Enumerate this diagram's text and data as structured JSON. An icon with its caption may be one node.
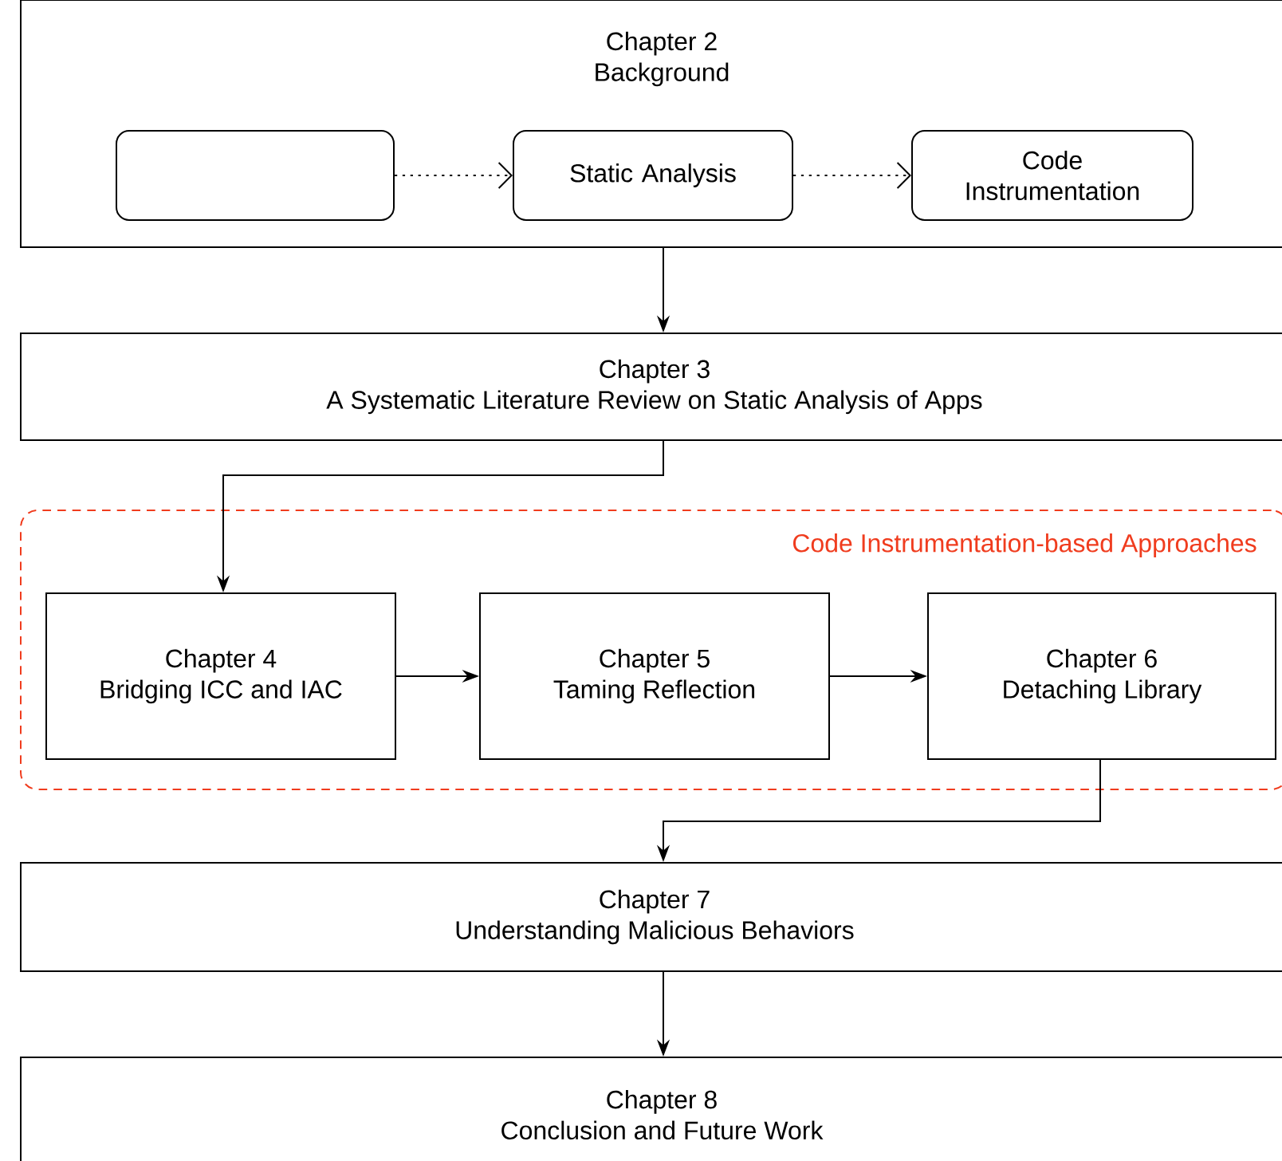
{
  "diagram": {
    "nodes": [
      {
        "text": [
          "Chapter 2",
          "Background"
        ]
      },
      {
        "text": [],
        "shape": "box",
        "in": 0
      },
      {
        "text": [
          "Static Analysis"
        ],
        "in": 0
      },
      {
        "text": [
          "Code Instrumentation"
        ],
        "in": 0
      },
      {
        "text": [
          "Chapter 3",
          "A Systematic Literature Review on Static Analysis of Apps"
        ]
      },
      {
        "text": [
          "Code Instrumentation-based Approaches"
        ]
      },
      {
        "text": [
          "Chapter 4",
          "Bridging ICC and IAC"
        ],
        "in": 5
      },
      {
        "text": [
          "Chapter 5",
          "Taming Reflection"
        ],
        "in": 5
      },
      {
        "text": [
          "Chapter 6",
          "Detaching Library"
        ],
        "in": 5
      },
      {
        "text": [
          "Chapter 7",
          "Understanding Malicious Behaviors"
        ]
      },
      {
        "text": [
          "Chapter 8",
          "Conclusion and Future Work"
        ]
      }
    ],
    "edges": [
      {
        "from": 1,
        "to": 2,
        "arrow": "to",
        "style": "dashed"
      },
      {
        "from": 2,
        "to": 3,
        "arrow": "to",
        "style": "dashed"
      },
      {
        "from": 0,
        "to": 4,
        "arrow": "to"
      },
      {
        "from": 4,
        "to": 6,
        "arrow": "to"
      },
      {
        "from": 6,
        "to": 7,
        "arrow": "to"
      },
      {
        "from": 7,
        "to": 8,
        "arrow": "to"
      },
      {
        "from": 8,
        "to": 9,
        "arrow": "to"
      },
      {
        "from": 9,
        "to": 10,
        "arrow": "to"
      }
    ]
  }
}
